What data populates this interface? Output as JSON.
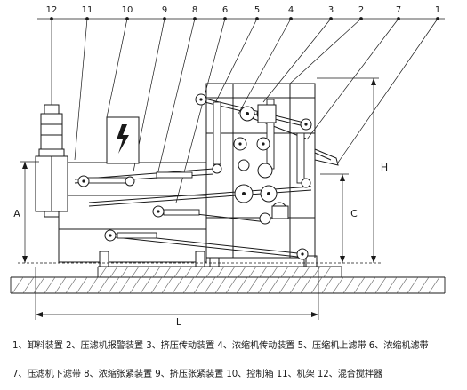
{
  "callout_numbers": [
    "12",
    "11",
    "10",
    "9",
    "8",
    "6",
    "5",
    "4",
    "3",
    "2",
    "7",
    "1"
  ],
  "dimension_labels": {
    "height_a": "A",
    "height_c": "C",
    "height_h": "H",
    "length_l": "L"
  },
  "legend": {
    "row1": [
      "1、卸料装置",
      "2、压滤机报警装置",
      "3、挤压传动装置",
      "4、浓缩机传动装置",
      "5、压缩机上滤带",
      "6、浓缩机滤带"
    ],
    "row2": [
      "7、压滤机下滤带",
      "8、浓缩张紧装置",
      "9、挤压张紧装置",
      "10、控制箱",
      "11、机架",
      "12、混合搅拌器"
    ]
  },
  "colors": {
    "line": "#1a1a1a",
    "ground_hatch": "#555555",
    "background": "#ffffff"
  }
}
